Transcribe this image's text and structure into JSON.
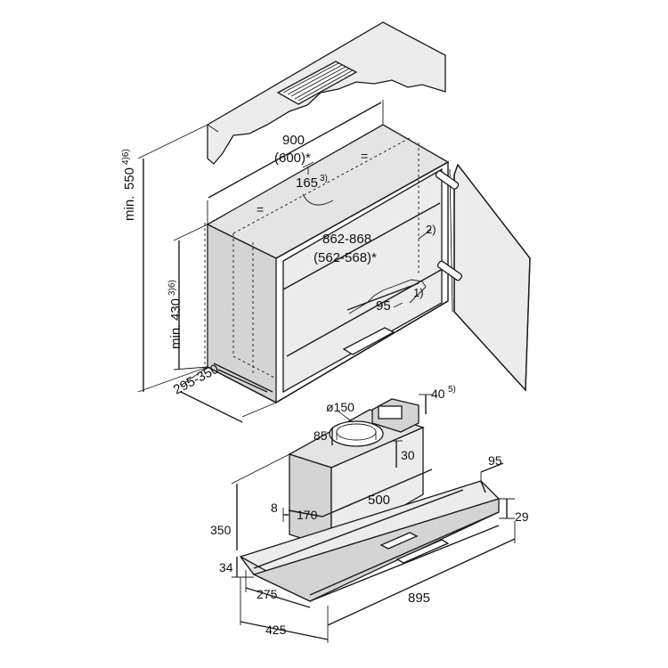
{
  "diagram": {
    "cabinet": {
      "width": "900",
      "width_alt": "(600)*",
      "vent_offset": "165",
      "vent_offset_note": "3)",
      "equal_left": "=",
      "equal_right": "=",
      "inner_width": "862-868",
      "inner_width_alt": "(562-568)*",
      "note_2": "2)",
      "note_1": "1)",
      "cutout": "95",
      "depth": "295-350",
      "height_total_min": "min.",
      "height_total_val": "550",
      "height_total_note": "4)6)",
      "height_cab_min": "min.",
      "height_cab_val": "430",
      "height_cab_note": "3)6)"
    },
    "hood": {
      "duct_diameter": "ø150",
      "motor_offset": "40",
      "motor_offset_note": "5)",
      "duct_offset": "85",
      "duct_gap": "30",
      "chimney_width": "500",
      "chimney_depth": "170",
      "top_offset": "8",
      "height": "350",
      "panel_height": "34",
      "front_depth": "95",
      "front_height": "29",
      "depth_inner": "275",
      "depth_total": "425",
      "width": "895"
    }
  }
}
